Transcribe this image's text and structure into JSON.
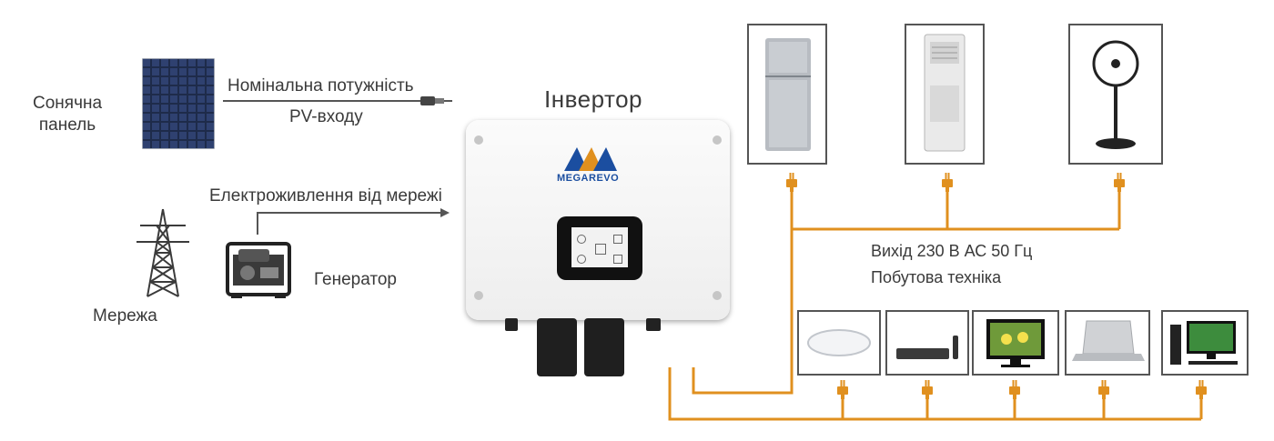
{
  "labels": {
    "solar_panel": "Сонячна\nпанель",
    "pv_line1": "Номінальна потужність",
    "pv_line2": "PV-входу",
    "inverter": "Інвертор",
    "grid_supply": "Електроживлення від мережі",
    "generator": "Генератор",
    "grid": "Мережа",
    "output_line1": "Вихід 230 В  АС 50 Гц",
    "output_line2": "Побутова техніка"
  },
  "brand": "MEGAREVO",
  "colors": {
    "wire": "#e0901f",
    "line": "#555555",
    "text": "#3a3a3a",
    "brand": "#1b4ea0"
  },
  "icons": {
    "appliances_top": [
      "fridge-icon",
      "air-conditioner-icon",
      "fan-icon"
    ],
    "appliances_bottom": [
      "ceiling-lamp-icon",
      "dvd-player-icon",
      "tv-icon",
      "laptop-icon",
      "desktop-pc-icon"
    ]
  }
}
